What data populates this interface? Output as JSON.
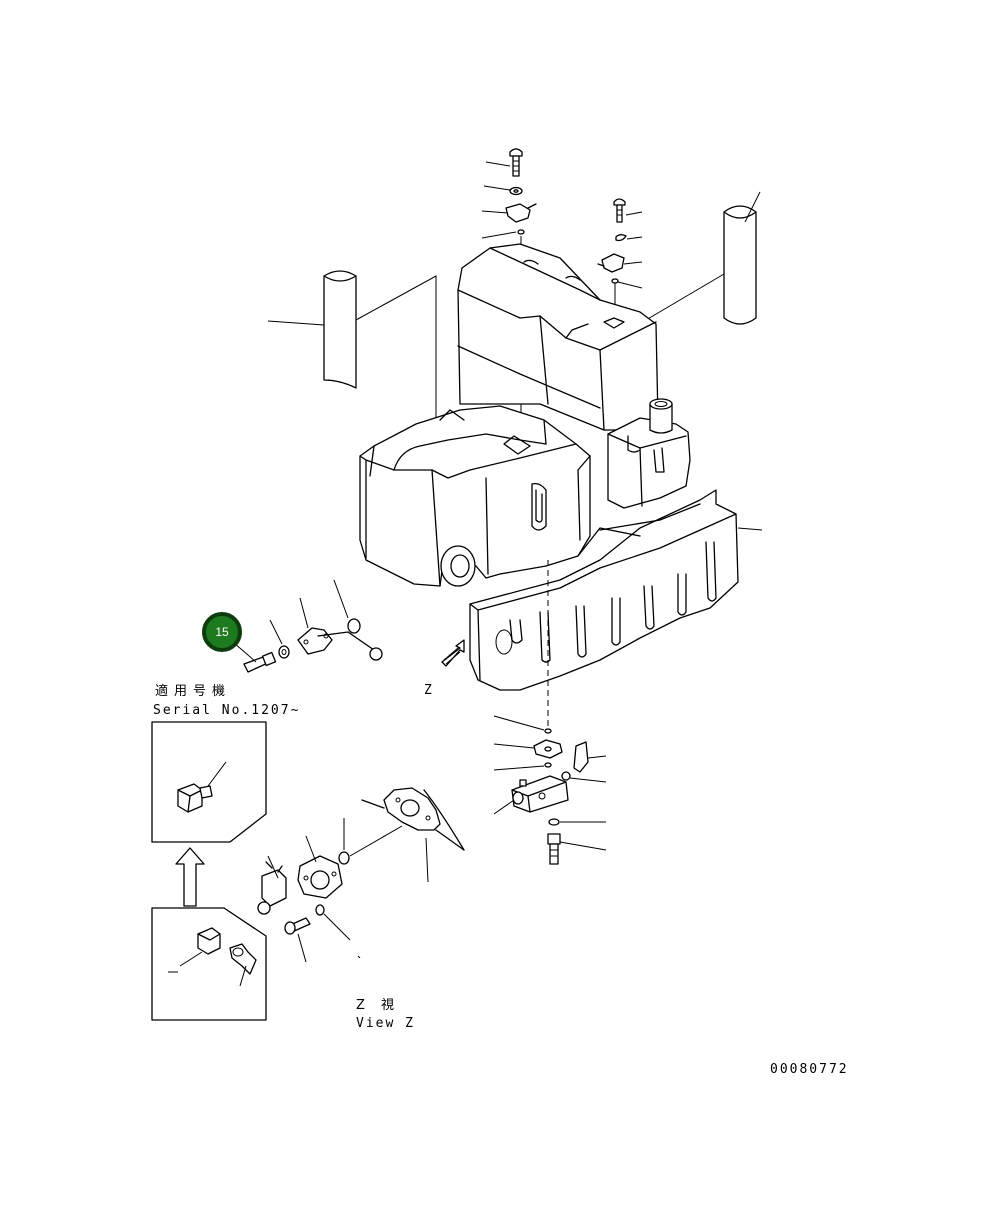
{
  "serial_note": {
    "label_ja": "適用号機",
    "label_en": "Serial No.1207~"
  },
  "view_arrow_label": "Z",
  "view_caption": {
    "ja": "Z 視",
    "en": "View Z"
  },
  "drawing_number": "00080772",
  "callout": {
    "number": "15",
    "color": "#1e7a1e"
  }
}
